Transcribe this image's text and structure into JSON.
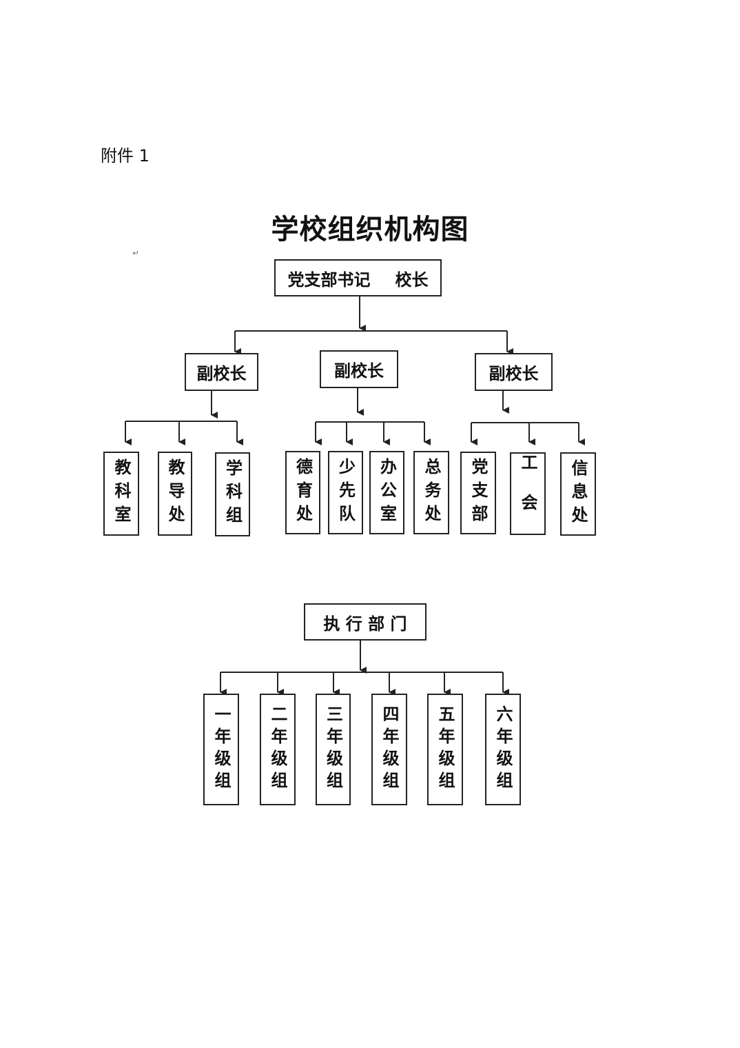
{
  "attachment_label": "附件 1",
  "title": "学校组织机构图",
  "top": {
    "secretary": "党支部书记",
    "principal": "校长"
  },
  "vice_principals": [
    "副校长",
    "副校长",
    "副校长"
  ],
  "dept_groups": [
    [
      "教科室",
      "教导处",
      "学科组"
    ],
    [
      "德育处",
      "少先队",
      "办公室",
      "总务处"
    ],
    [
      "党支部",
      "工会",
      "信息处"
    ]
  ],
  "executive": "执 行 部 门",
  "grades": [
    "一年级组",
    "二年级组",
    "三年级组",
    "四年级组",
    "五年级组",
    "六年级组"
  ],
  "para_mark": "↵"
}
